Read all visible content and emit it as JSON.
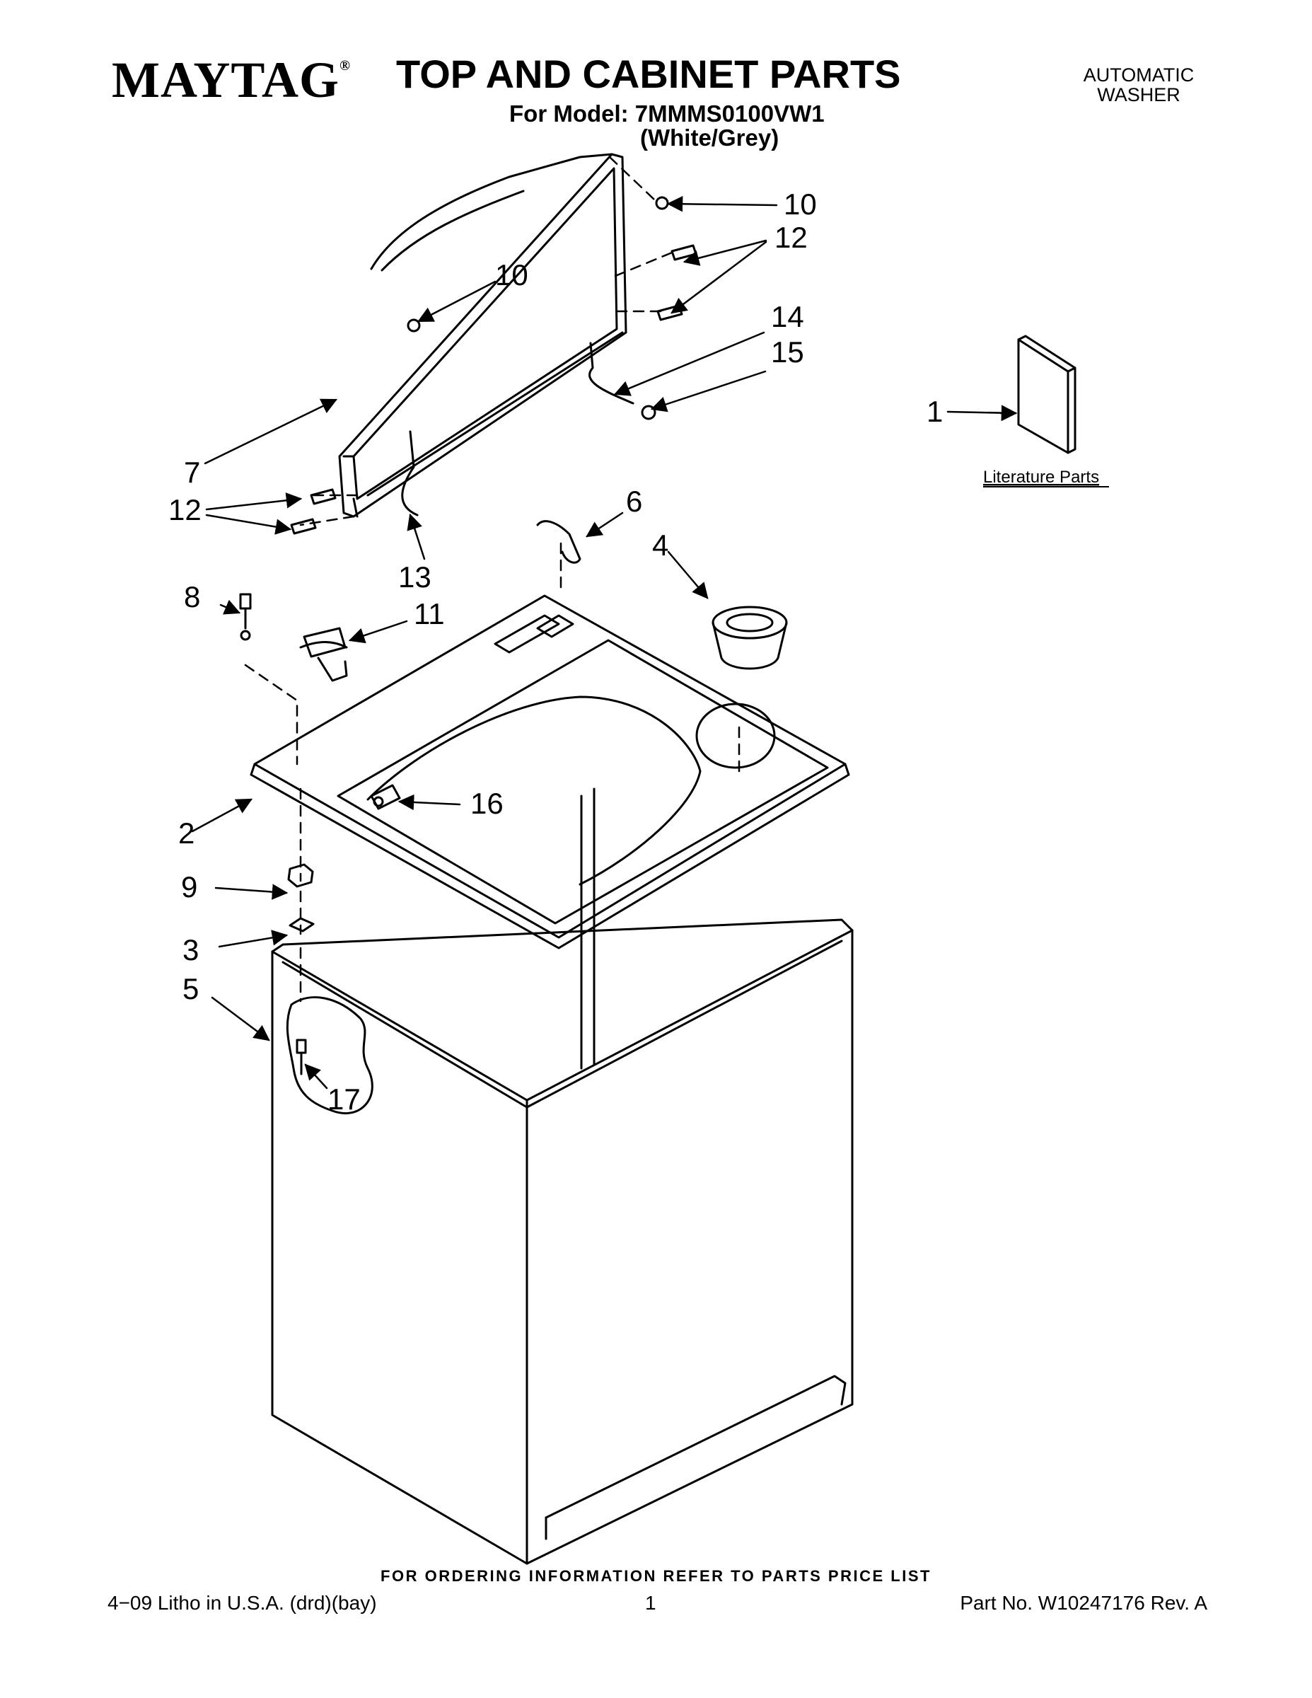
{
  "header": {
    "brand": "MAYTAG",
    "brand_mark": "®",
    "title": "TOP AND CABINET PARTS",
    "model_line": "For Model: 7MMMS0100VW1",
    "color_line": "(White/Grey)",
    "appliance_line1": "AUTOMATIC",
    "appliance_line2": "WASHER"
  },
  "callouts": {
    "c1": "1",
    "c2": "2",
    "c3": "3",
    "c4": "4",
    "c5": "5",
    "c6": "6",
    "c7": "7",
    "c8": "8",
    "c9": "9",
    "c10a": "10",
    "c10b": "10",
    "c11": "11",
    "c12a": "12",
    "c12b": "12",
    "c13": "13",
    "c14": "14",
    "c15": "15",
    "c16": "16",
    "c17": "17"
  },
  "literature_label": "Literature Parts",
  "footer": {
    "ordering_note": "FOR ORDERING INFORMATION REFER TO PARTS PRICE LIST",
    "litho": "4−09 Litho in U.S.A. (drd)(bay)",
    "page": "1",
    "part_no": "Part No. W10247176 Rev. A"
  }
}
